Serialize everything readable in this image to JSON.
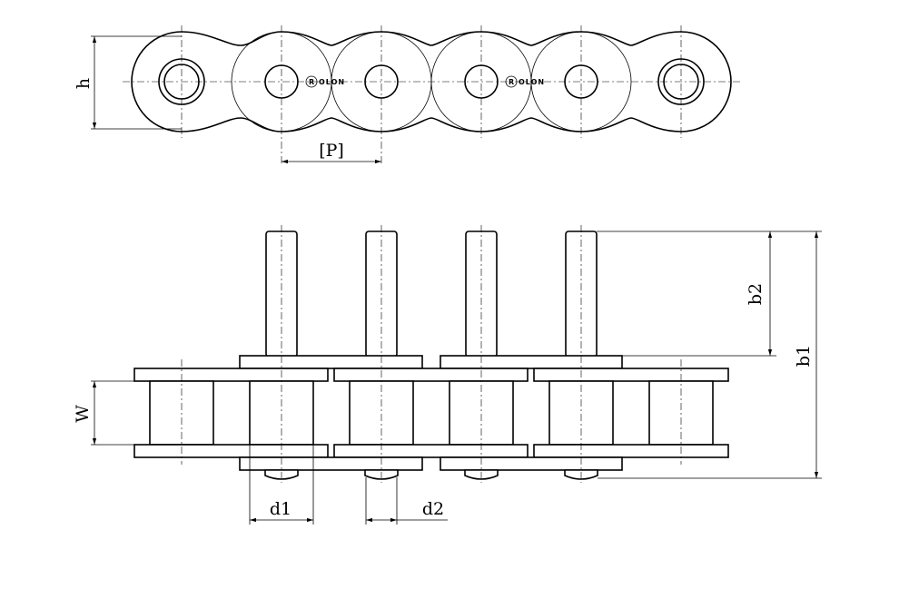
{
  "labels": {
    "h": "h",
    "pitch": "[P]",
    "w": "W",
    "d1": "d1",
    "d2": "d2",
    "b1": "b1",
    "b2": "b2"
  },
  "logo_text": "OLON",
  "logo_initial": "R"
}
